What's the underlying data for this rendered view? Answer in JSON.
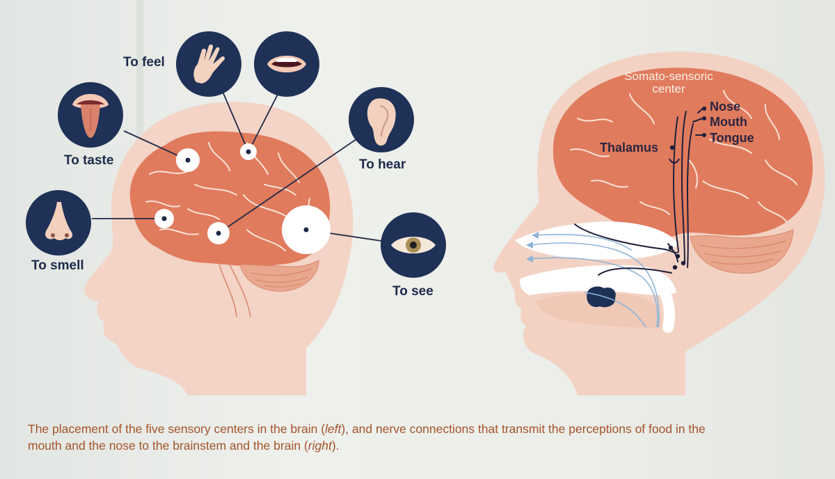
{
  "left_diagram": {
    "labels": {
      "feel": "To feel",
      "taste": "To taste",
      "smell": "To smell",
      "hear": "To hear",
      "see": "To see"
    },
    "icons": [
      "hand-icon",
      "mouth-icon",
      "tongue-icon",
      "nose-icon",
      "ear-icon",
      "eye-icon"
    ]
  },
  "right_diagram": {
    "center_label_line1": "Somato-sensoric",
    "center_label_line2": "center",
    "thalamus": "Thalamus",
    "nerve_labels": [
      "Nose",
      "Mouth",
      "Tongue"
    ]
  },
  "caption": {
    "part1": "The placement of the five sensory centers in the brain (",
    "left": "left",
    "part2": "), and nerve connections that transmit the perceptions of food in the mouth and the nose to the brainstem and the brain (",
    "right": "right",
    "part3": ")."
  },
  "colors": {
    "navy": "#1f3157",
    "brain": "#e07b5d",
    "head": "#f2d2c4",
    "caption": "#a4532a",
    "airflow": "#8fb4d8"
  }
}
